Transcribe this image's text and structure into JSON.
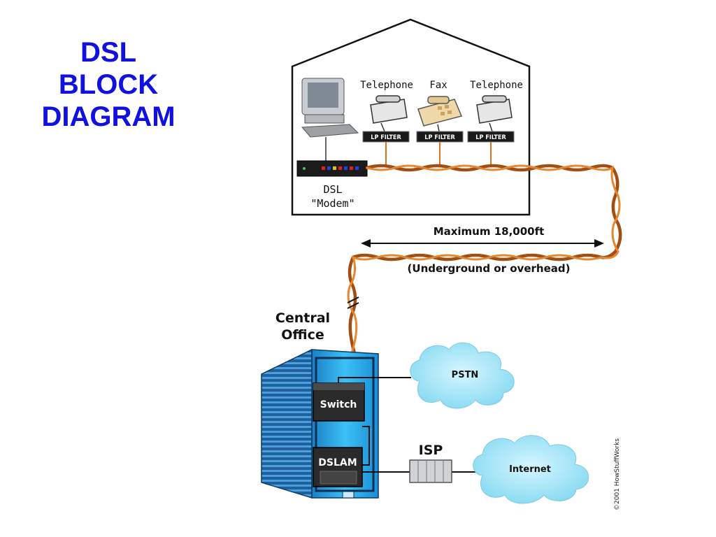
{
  "title_lines": [
    "DSL",
    "BLOCK",
    "DIAGRAM"
  ],
  "house": {
    "devices": [
      "Telephone",
      "Fax",
      "Telephone"
    ],
    "filters": [
      "LP FILTER",
      "LP FILTER",
      "LP FILTER"
    ],
    "modem_label": [
      "DSL",
      "\"Modem\""
    ]
  },
  "line": {
    "distance": "Maximum 18,000ft",
    "note": "(Underground or overhead)"
  },
  "central_office": {
    "label": [
      "Central",
      "Office"
    ],
    "switch": "Switch",
    "dslam": "DSLAM",
    "isp": "ISP"
  },
  "clouds": {
    "pstn": "PSTN",
    "internet": "Internet"
  },
  "copyright": "©2001 HowStuffWorks",
  "colors": {
    "title": "#1010e0",
    "cable": "#d9731f",
    "building": "#2aa6e8",
    "cloud": "#9ee4f7"
  }
}
